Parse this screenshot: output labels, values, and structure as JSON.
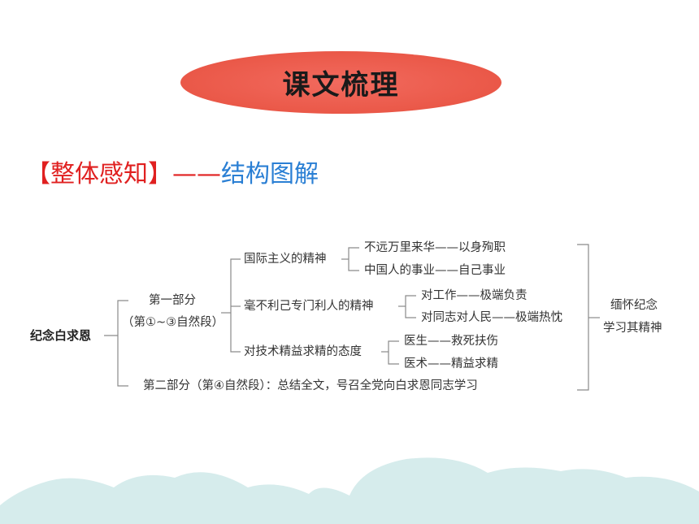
{
  "title": "课文梳理",
  "heading": {
    "bracket_left": "【",
    "label": "整体感知",
    "bracket_right": "】",
    "dash": "——",
    "subtitle": "结构图解"
  },
  "diagram": {
    "root": "纪念白求恩",
    "part1": {
      "line1": "第一部分",
      "line2": "（第①~③自然段）"
    },
    "spirit1": {
      "label": "国际主义的精神",
      "items": [
        "不远万里来华——以身殉职",
        "中国人的事业——自己事业"
      ]
    },
    "spirit2": {
      "label": "毫不利己专门利人的精神",
      "items": [
        "对工作——极端负责",
        "对同志对人民——极端热忱"
      ]
    },
    "spirit3": {
      "label": "对技术精益求精的态度",
      "items": [
        "医生——救死扶伤",
        "医术——精益求精"
      ]
    },
    "part2": "第二部分（第④自然段）：总结全文，号召全党向白求恩同志学习",
    "conclusion": {
      "line1": "缅怀纪念",
      "line2": "学习其精神"
    }
  },
  "colors": {
    "oval": "#ea5848",
    "heading_red": "#e02020",
    "heading_blue": "#2a7fd4",
    "cloud": "#d6ecec"
  }
}
